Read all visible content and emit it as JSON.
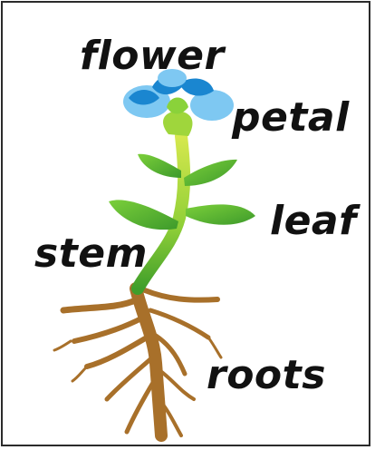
{
  "labels": {
    "flower": "flower",
    "petal": "petal",
    "leaf": "leaf",
    "stem": "stem",
    "roots": "roots"
  },
  "colors": {
    "petal_light": "#7ec8f2",
    "petal_dark": "#1a86d0",
    "stem_light": "#c9e24a",
    "stem_dark": "#5ab52e",
    "leaf": "#5db82f",
    "roots": "#a8702a",
    "border": "#2b2b2b",
    "text": "#111111"
  }
}
